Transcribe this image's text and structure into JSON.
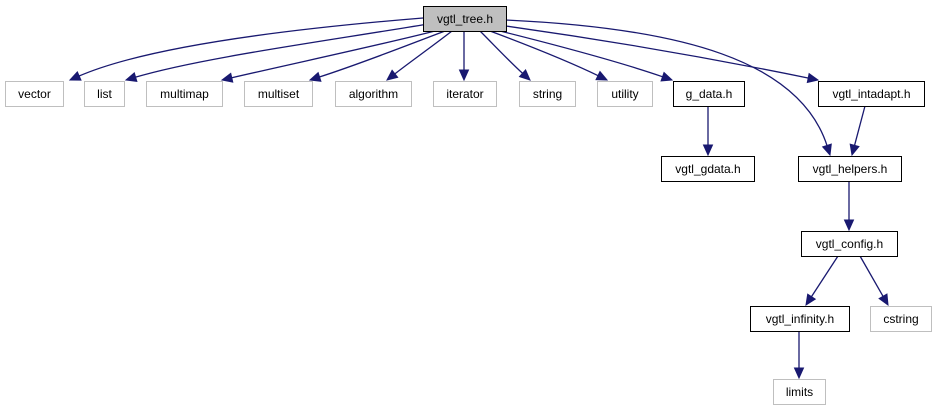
{
  "diagram": {
    "edge_color": "#191970",
    "nodes": [
      {
        "id": "vgtl_tree",
        "label": "vgtl_tree.h",
        "style": "root"
      },
      {
        "id": "vector",
        "label": "vector",
        "style": "gray"
      },
      {
        "id": "list",
        "label": "list",
        "style": "gray"
      },
      {
        "id": "multimap",
        "label": "multimap",
        "style": "gray"
      },
      {
        "id": "multiset",
        "label": "multiset",
        "style": "gray"
      },
      {
        "id": "algorithm",
        "label": "algorithm",
        "style": "gray"
      },
      {
        "id": "iterator",
        "label": "iterator",
        "style": "gray"
      },
      {
        "id": "string",
        "label": "string",
        "style": "gray"
      },
      {
        "id": "utility",
        "label": "utility",
        "style": "gray"
      },
      {
        "id": "g_data",
        "label": "g_data.h",
        "style": "black"
      },
      {
        "id": "vgtl_intadapt",
        "label": "vgtl_intadapt.h",
        "style": "black"
      },
      {
        "id": "vgtl_gdata",
        "label": "vgtl_gdata.h",
        "style": "black"
      },
      {
        "id": "vgtl_helpers",
        "label": "vgtl_helpers.h",
        "style": "black"
      },
      {
        "id": "vgtl_config",
        "label": "vgtl_config.h",
        "style": "black"
      },
      {
        "id": "vgtl_infinity",
        "label": "vgtl_infinity.h",
        "style": "black"
      },
      {
        "id": "cstring",
        "label": "cstring",
        "style": "gray"
      },
      {
        "id": "limits",
        "label": "limits",
        "style": "gray"
      }
    ],
    "edges": [
      {
        "from": "vgtl_tree",
        "to": "vector"
      },
      {
        "from": "vgtl_tree",
        "to": "list"
      },
      {
        "from": "vgtl_tree",
        "to": "multimap"
      },
      {
        "from": "vgtl_tree",
        "to": "multiset"
      },
      {
        "from": "vgtl_tree",
        "to": "algorithm"
      },
      {
        "from": "vgtl_tree",
        "to": "iterator"
      },
      {
        "from": "vgtl_tree",
        "to": "string"
      },
      {
        "from": "vgtl_tree",
        "to": "utility"
      },
      {
        "from": "vgtl_tree",
        "to": "g_data"
      },
      {
        "from": "vgtl_tree",
        "to": "vgtl_intadapt"
      },
      {
        "from": "vgtl_tree",
        "to": "vgtl_helpers"
      },
      {
        "from": "g_data",
        "to": "vgtl_gdata"
      },
      {
        "from": "vgtl_intadapt",
        "to": "vgtl_helpers"
      },
      {
        "from": "vgtl_helpers",
        "to": "vgtl_config"
      },
      {
        "from": "vgtl_config",
        "to": "vgtl_infinity"
      },
      {
        "from": "vgtl_config",
        "to": "cstring"
      },
      {
        "from": "vgtl_infinity",
        "to": "limits"
      }
    ]
  }
}
